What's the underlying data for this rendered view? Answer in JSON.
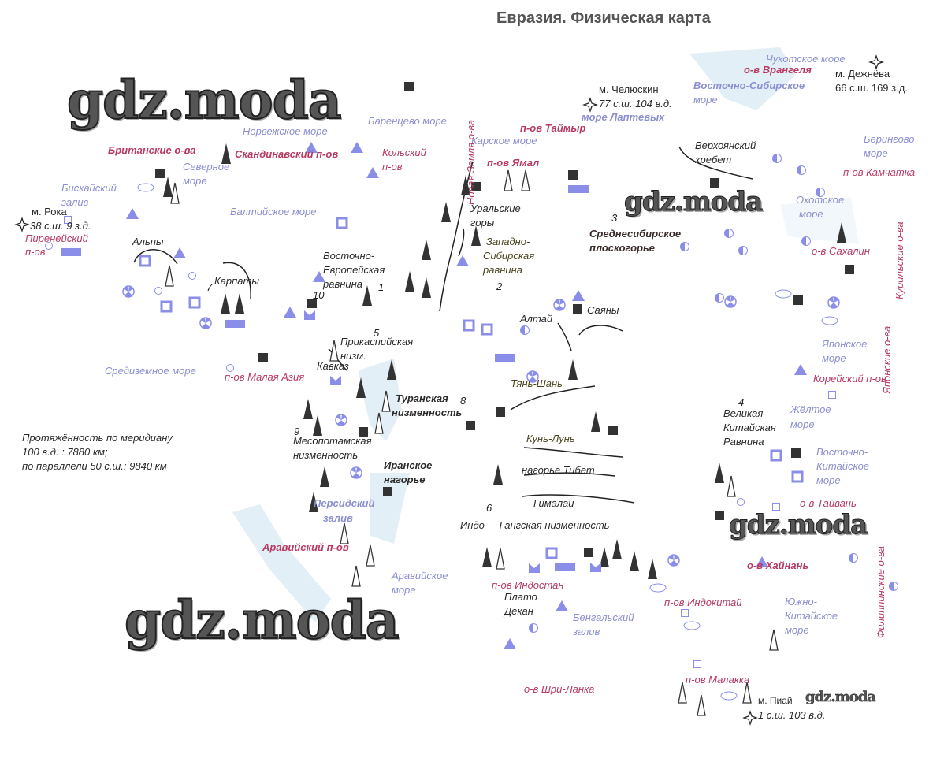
{
  "title": "Евразия. Физическая карта",
  "watermarks": [
    "gdz.moda",
    "gdz.moda",
    "gdz.moda",
    "gdz.moda",
    "gdz.moda"
  ],
  "seas": {
    "chukotskoe": "Чукотское море",
    "vost_sib_1": "Восточно-Сибирское",
    "vost_sib_2": "море",
    "laptev": "море Лаптевых",
    "barents": "Баренцево море",
    "norw": "Норвежское море",
    "kara": "Карское море",
    "north_1": "Северное",
    "north_2": "море",
    "bering_1": "Берингово",
    "bering_2": "море",
    "biscay_1": "Бискайский",
    "biscay_2": "залив",
    "okhotsk_1": "Охотское",
    "okhotsk_2": "море",
    "baltic": "Балтийское море",
    "japan_1": "Японское",
    "japan_2": "море",
    "med": "Средиземное море",
    "yellow_1": "Жёлтое",
    "yellow_2": "море",
    "ecs_1": "Восточно-",
    "ecs_2": "Китайское",
    "ecs_3": "море",
    "persian_1": "Персидский",
    "persian_2": "залив",
    "arab_1": "Аравийское",
    "arab_2": "море",
    "scs_1": "Южно-",
    "scs_2": "Китайское",
    "scs_3": "море",
    "bengal_1": "Бенгальский",
    "bengal_2": "залив"
  },
  "islands_peninsulas": {
    "wrangel": "о-в Врангеля",
    "taimyr": "п-ов Таймыр",
    "british": "Британские о-ва",
    "scandinavian": "Скандинавский п-ов",
    "kola_1": "Кольский",
    "kola_2": "п-ов",
    "yamal": "п-ов Ямал",
    "kamchatka": "п-ов Камчатка",
    "iberian_1": "Пиренейский",
    "iberian_2": "п-ов",
    "sakhalin": "о-в Сахалин",
    "kuril": "Курильские о-ва",
    "japan_isl": "Японские о-ва",
    "novaya_zemlya": "Новая Земля о-ва",
    "asia_minor": "п-ов Малая Азия",
    "korea": "Корейский п-ов",
    "taiwan": "о-в Тайвань",
    "arabian": "Аравийский п-ов",
    "hainan": "о-в Хайнань",
    "philippine": "Филиппинские о-ва",
    "hindustan": "п-ов Индостан",
    "indochina": "п-ов Индокитай",
    "malacca": "п-ов Малакка",
    "sri_lanka": "о-в Шри-Ланка"
  },
  "landforms": {
    "verkh_1": "Верхоянский",
    "verkh_2": "хребет",
    "ural_1": "Уральские",
    "ural_2": "горы",
    "csib_1": "Среднесибирское",
    "csib_2": "плоскогорье",
    "alps": "Альпы",
    "wsib_1": "Западно-",
    "wsib_2": "Сибирская",
    "wsib_3": "равнина",
    "eeur_1": "Восточно-",
    "eeur_2": "Европейская",
    "eeur_3": "равнина",
    "carpathians": "Карпаты",
    "sayan": "Саяны",
    "altai": "Алтай",
    "caspian_1": "Прикаспийская",
    "caspian_2": "низм.",
    "caucasus": "Кавказ",
    "tianshan": "Тянь-Шань",
    "turan_1": "Туранская",
    "turan_2": "низменность",
    "chinese_1": "Великая",
    "chinese_2": "Китайская",
    "chinese_3": "Равнина",
    "meso_1": "Месопотамская",
    "meso_2": "низменность",
    "kunlun": "Кунь-Лунь",
    "iran_1": "Иранское",
    "iran_2": "нагорье",
    "tibet": "нагорье Тибет",
    "himalaya": "Гималаи",
    "indogang": "Индо  -  Гангская низменность",
    "deccan_1": "Плато",
    "deccan_2": "Декан"
  },
  "capes": {
    "chelyuskin_name": "м. Челюскин",
    "chelyuskin_coord": "77 с.ш. 104 в.д.",
    "dezhnev_name": "м. Дежнёва",
    "dezhnev_coord": "66 с.ш. 169 з.д.",
    "roca_name": "м. Рока",
    "roca_coord": "38 с.ш. 9 з.д.",
    "piai_name": "м. Пиай",
    "piai_coord": "1 с.ш. 103 в.д."
  },
  "numbers": [
    "1",
    "2",
    "3",
    "4",
    "5",
    "6",
    "7",
    "8",
    "9",
    "10"
  ],
  "extent": {
    "line1": "Протяжённость по меридиану",
    "line2": "100 в.д. : 7880 км;",
    "line3": "по параллели 50 с.ш.: 9840 км"
  },
  "colors": {
    "sea": "#8b8fd0",
    "peninsula": "#b83a62",
    "symbol_blue": "#8a8ee8",
    "symbol_black": "#333333",
    "water": "#d6e9f4"
  }
}
